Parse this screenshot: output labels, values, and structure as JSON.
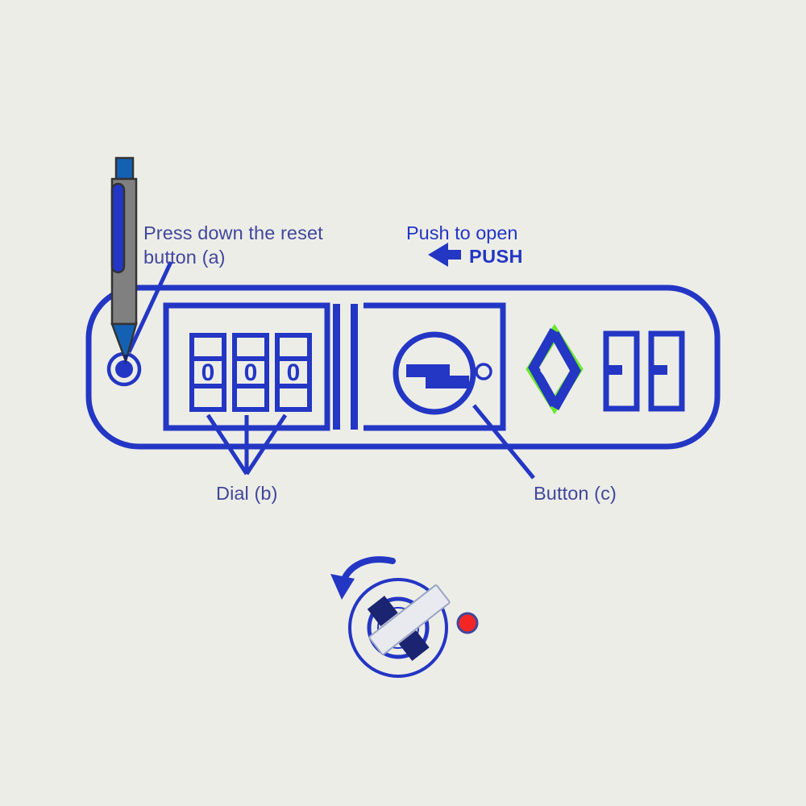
{
  "theme": {
    "background": "#edede8",
    "line_blue": "#2336c4",
    "label_blue": "#41479b",
    "logo_green": "#6be829",
    "key_red": "#f42525",
    "pen_body_gray": "#808080",
    "pen_clip_blue": "#2336c4",
    "pen_tip_blue": "#1461b4",
    "key_blade": "#e8eaf0",
    "key_bit_navy": "#1a2470"
  },
  "callouts": {
    "reset": {
      "line1": "Press down the reset",
      "line2": "button (a)"
    },
    "push_heading": "Push to open",
    "push_badge": "PUSH",
    "dial": "Dial (b)",
    "button": "Button (c)"
  },
  "dial": {
    "digits": [
      "0",
      "0",
      "0"
    ]
  },
  "icons": {
    "pen": "pen-icon",
    "reset_target": "reset-button-target-icon",
    "push_arrow": "left-arrow-icon",
    "latch_button": "latch-button-icon",
    "brand_logo": "renault-diamond-logo-icon",
    "slot_left": "slot-left-icon",
    "slot_right": "slot-right-icon",
    "keyhole": "keyhole-icon",
    "key": "key-icon",
    "turn_arrow": "counterclockwise-turn-arrow-icon",
    "indicator_dot": "red-indicator-dot-icon"
  }
}
